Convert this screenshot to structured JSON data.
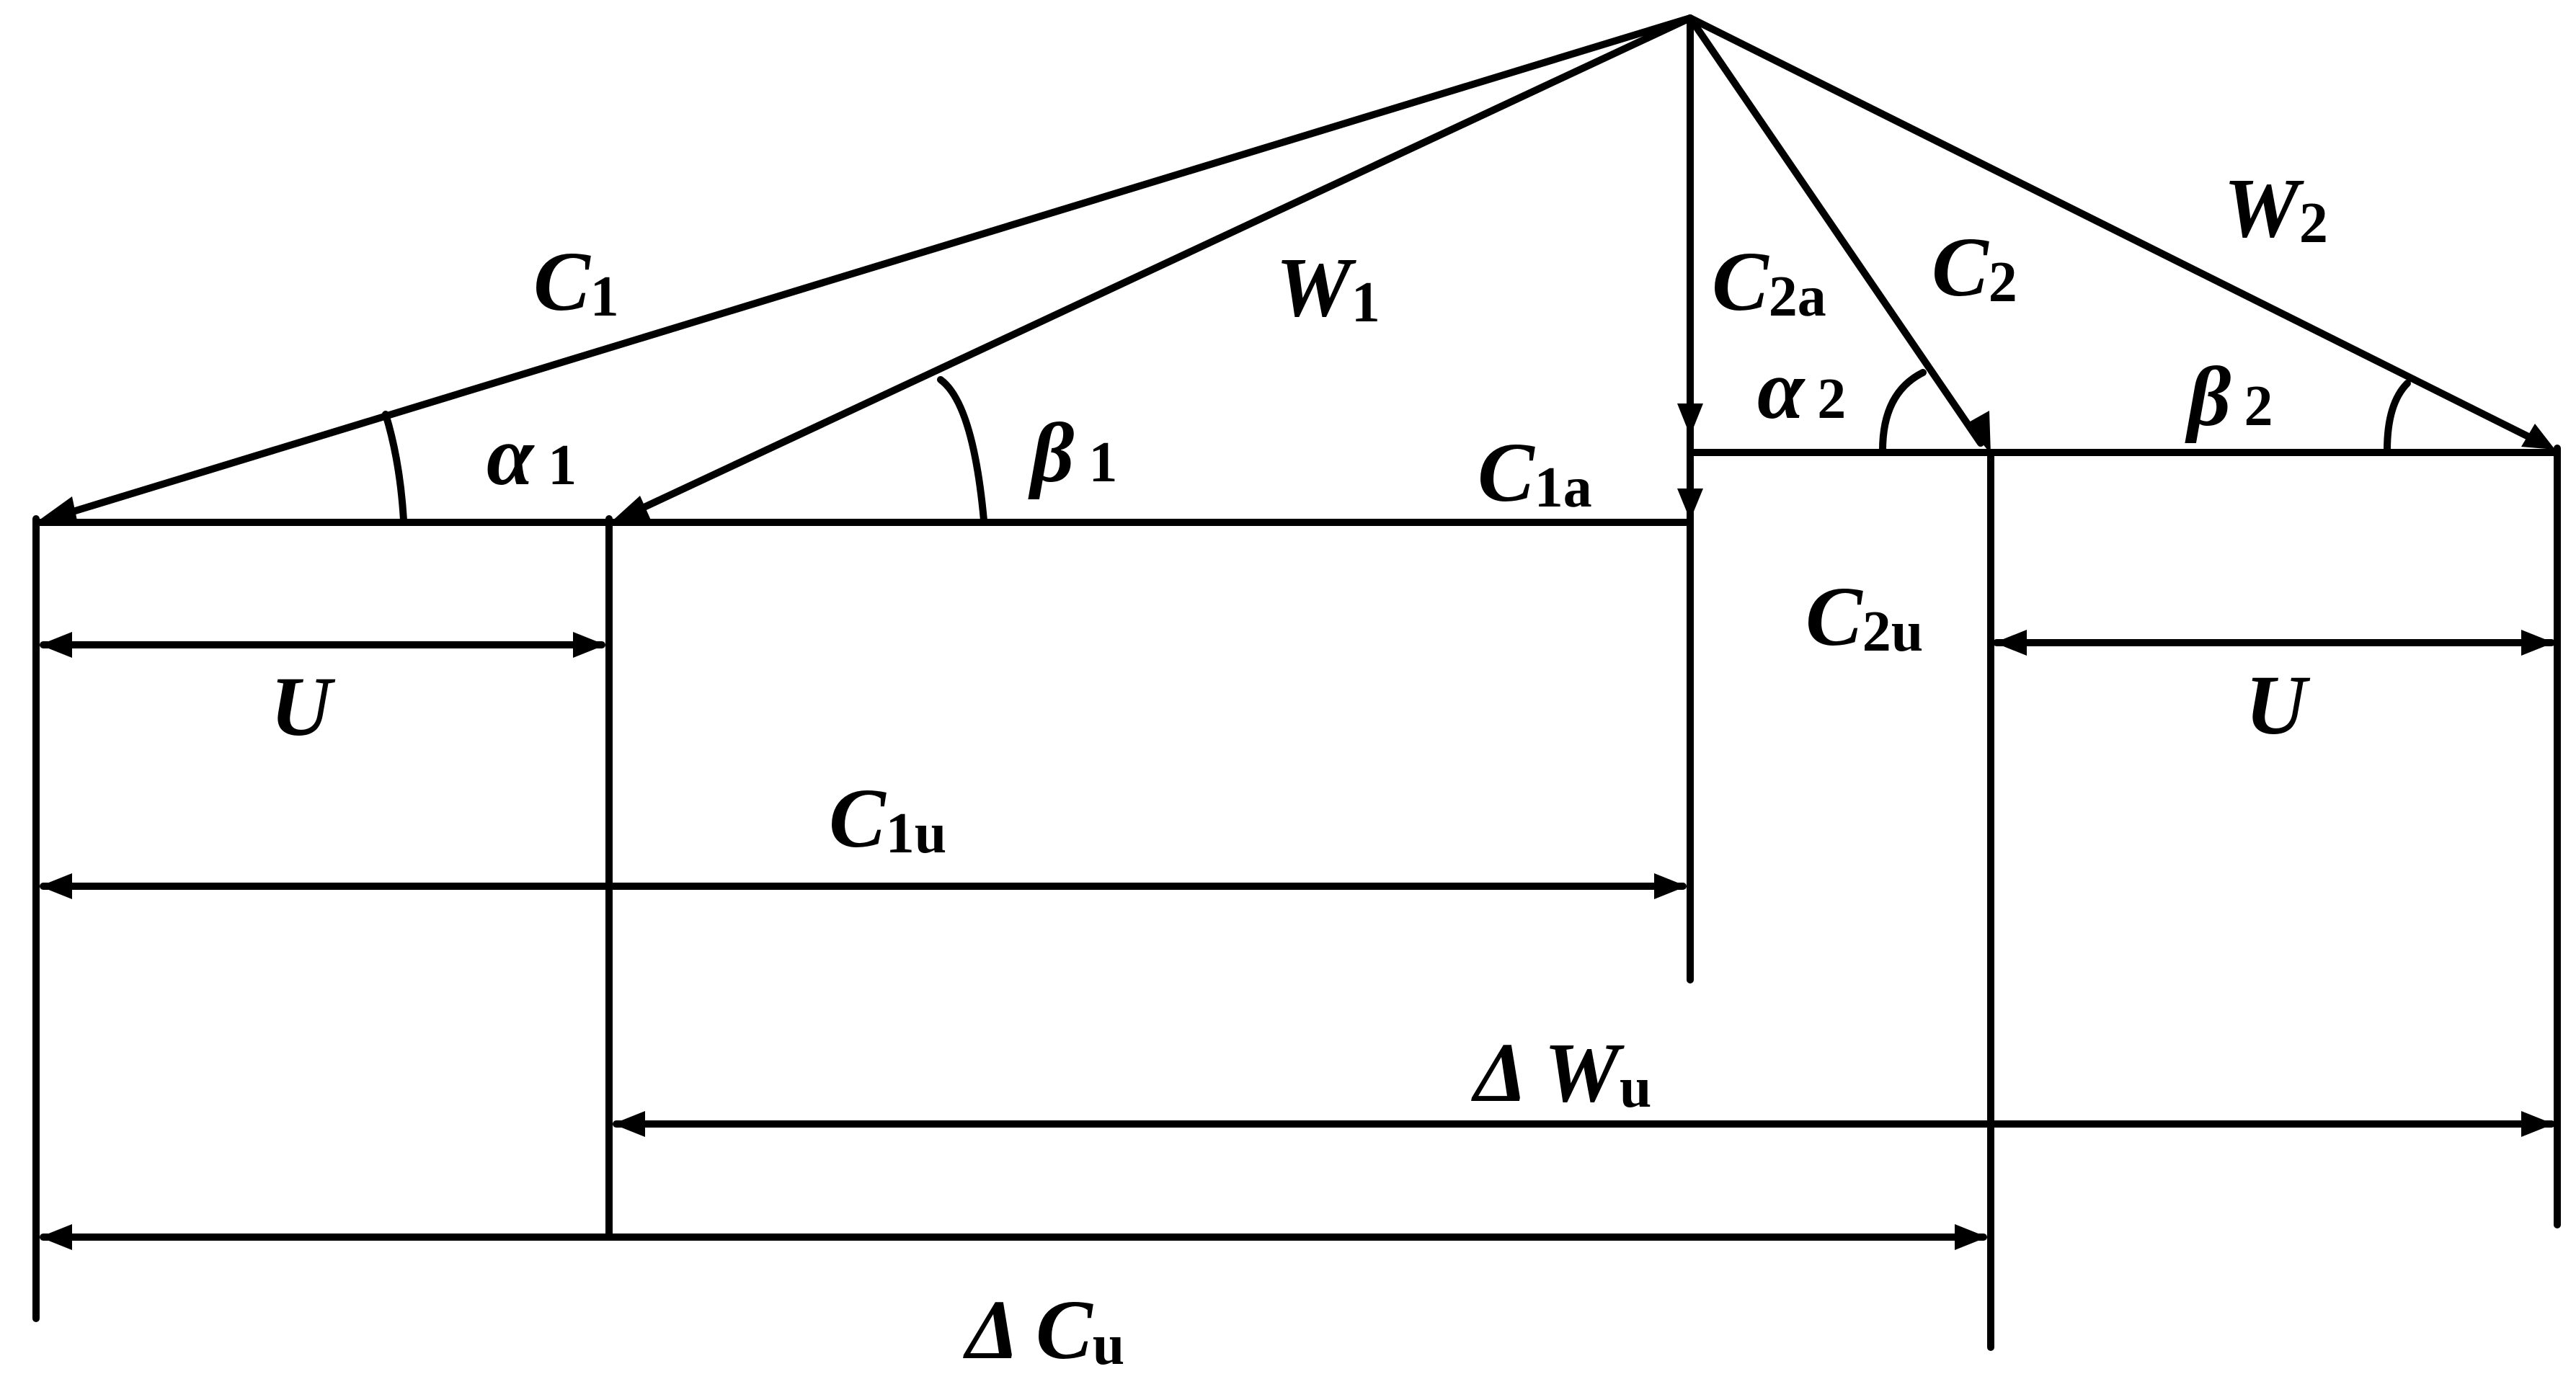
{
  "labels": {
    "c1": {
      "main": "C",
      "sub": "1"
    },
    "w1": {
      "main": "W",
      "sub": "1"
    },
    "c2a": {
      "main": "C",
      "sub": "2a"
    },
    "c2": {
      "main": "C",
      "sub": "2"
    },
    "w2": {
      "main": "W",
      "sub": "2"
    },
    "alpha1": {
      "main": "α",
      "sub": "1"
    },
    "beta1": {
      "main": "β",
      "sub": "1"
    },
    "c1a": {
      "main": "C",
      "sub": "1a"
    },
    "alpha2": {
      "main": "α",
      "sub": "2"
    },
    "beta2": {
      "main": "β",
      "sub": "2"
    },
    "c2u": {
      "main": "C",
      "sub": "2u"
    },
    "u_left": {
      "main": "U",
      "sub": ""
    },
    "u_right": {
      "main": "U",
      "sub": ""
    },
    "c1u": {
      "main": "C",
      "sub": "1u"
    },
    "dwu": {
      "main": "Δ W",
      "sub": "u"
    },
    "dcu": {
      "main": "Δ C",
      "sub": "u"
    }
  },
  "colors": {
    "stroke": "#000000",
    "background": "#ffffff"
  }
}
